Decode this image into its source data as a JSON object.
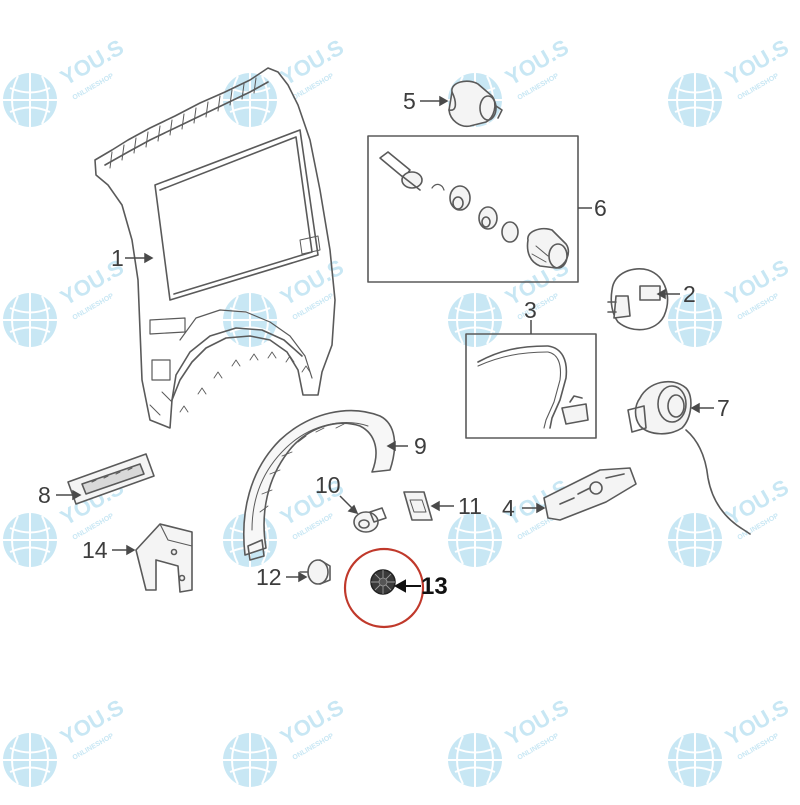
{
  "brand": {
    "watermark_text": "YOU.S",
    "watermark_sub": "ONLINESHOP",
    "watermark_color": "#bfe3f2",
    "watermark_icon": "globe-icon"
  },
  "colors": {
    "line": "#5a5a5a",
    "label": "#3d3d3d",
    "highlight": "#c0392b",
    "part_dark": "#3a3a3a"
  },
  "callouts": [
    {
      "id": "1",
      "text": "1"
    },
    {
      "id": "2",
      "text": "2"
    },
    {
      "id": "3",
      "text": "3"
    },
    {
      "id": "4",
      "text": "4"
    },
    {
      "id": "5",
      "text": "5"
    },
    {
      "id": "6",
      "text": "6"
    },
    {
      "id": "7",
      "text": "7"
    },
    {
      "id": "8",
      "text": "8"
    },
    {
      "id": "9",
      "text": "9"
    },
    {
      "id": "10",
      "text": "10"
    },
    {
      "id": "11",
      "text": "11"
    },
    {
      "id": "12",
      "text": "12"
    },
    {
      "id": "13",
      "text": "13"
    },
    {
      "id": "14",
      "text": "14"
    }
  ],
  "highlighted_part": "13"
}
